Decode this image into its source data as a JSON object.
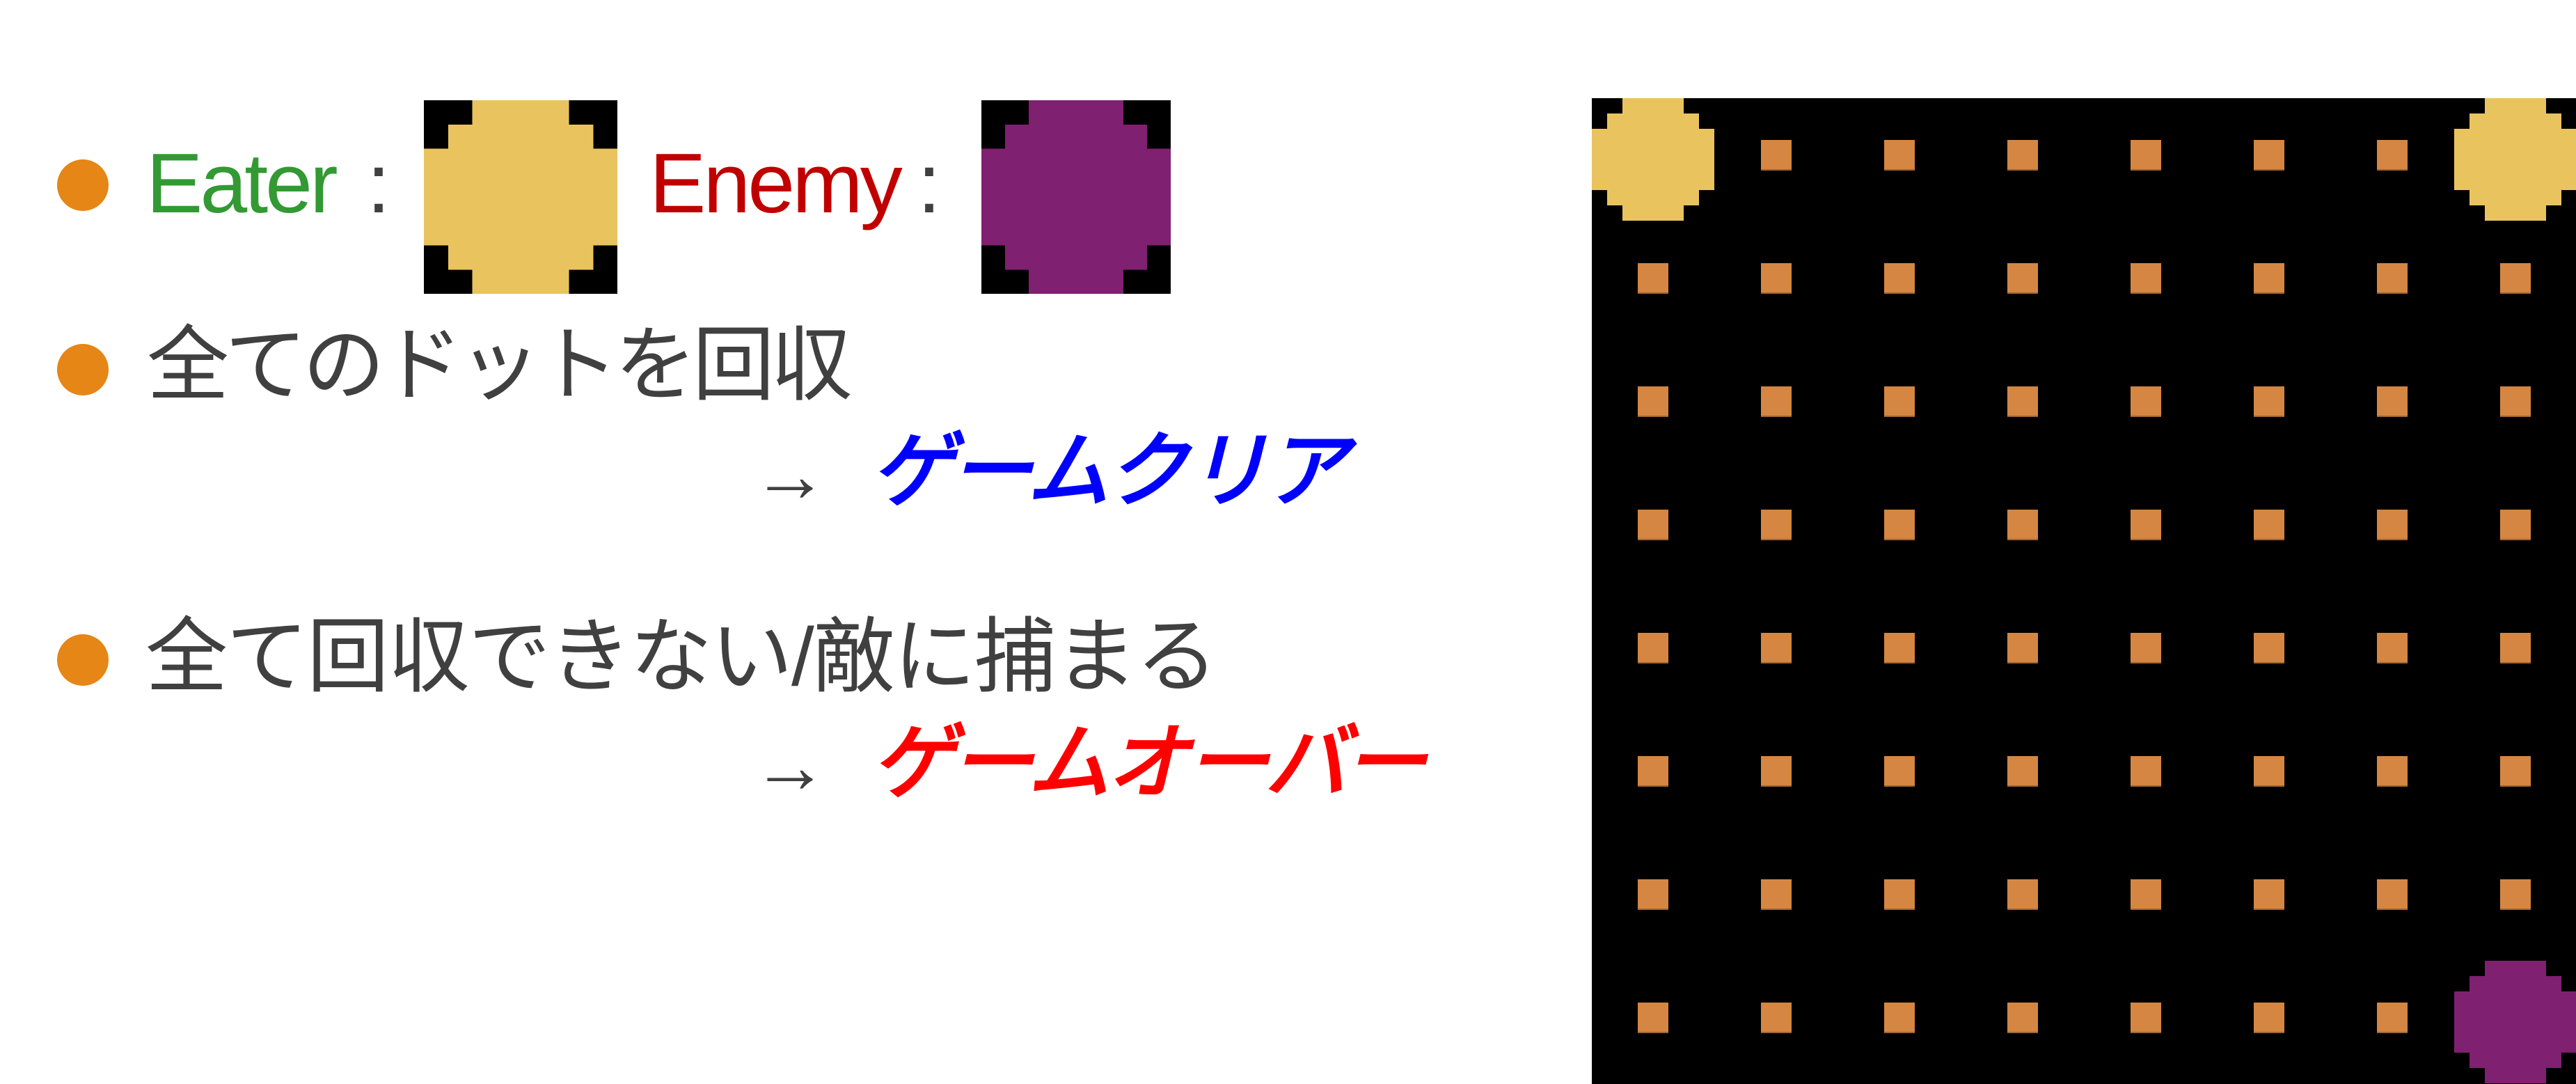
{
  "legend": {
    "eater_label": "Eater",
    "eater_separator": ":",
    "enemy_label": "Enemy",
    "enemy_separator": ":",
    "eater_icon": "eater-sprite-icon",
    "enemy_icon": "enemy-sprite-icon"
  },
  "rules": [
    {
      "condition": "全てのドットを回収",
      "arrow": "→",
      "result": "ゲームクリア"
    },
    {
      "condition": "全て回収できない/敵に捕まる",
      "arrow": "→",
      "result": "ゲームオーバー"
    }
  ],
  "colors": {
    "bullet": "#E58616",
    "eater_label": "#339933",
    "enemy_label": "#C00000",
    "body_text": "#404040",
    "game_clear": "#0000FF",
    "game_over": "#FF0000",
    "eater": "#E9C45E",
    "enemy": "#7F2070",
    "dot": "#D48642",
    "board_background": "#000000"
  },
  "board": {
    "rows": 8,
    "cols": 8,
    "grid": [
      "E......E",
      "........",
      "........",
      "........",
      "........",
      "........",
      "........",
      ".......X"
    ],
    "legend": {
      "E": "eater",
      "X": "enemy",
      ".": "dot"
    }
  }
}
